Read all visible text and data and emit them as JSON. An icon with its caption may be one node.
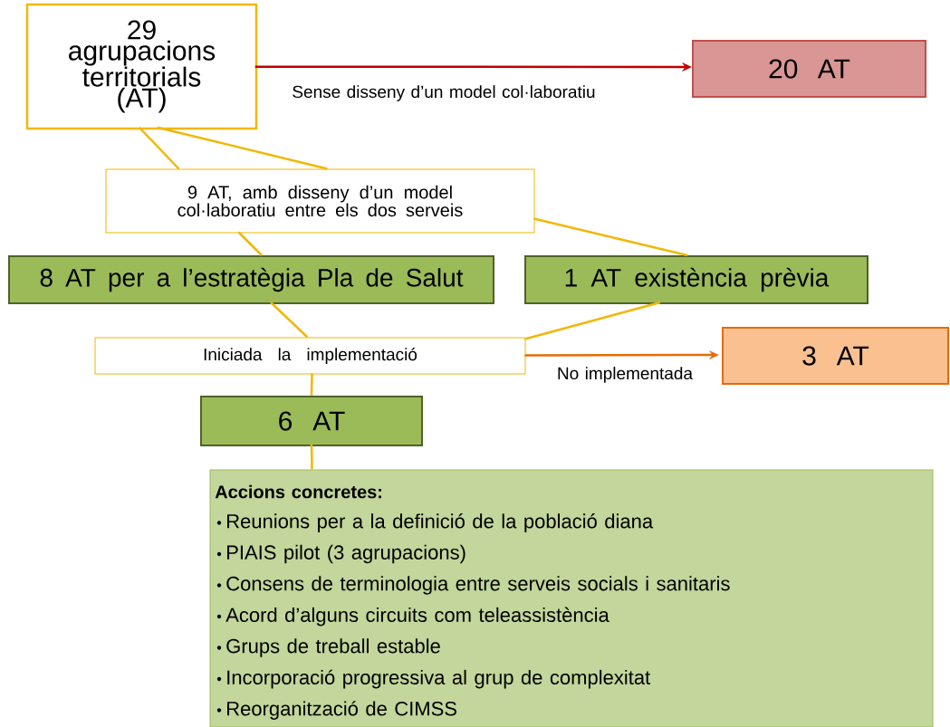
{
  "diagram": {
    "nodes": [
      {
        "text": [
          "29 agrupacions territorials (AT)"
        ]
      },
      {
        "text": [
          "20 AT"
        ]
      },
      {
        "text": [
          "9 AT, amb disseny d’un model col·laboratiu entre els dos serveis"
        ]
      },
      {
        "text": [
          "8 AT per a l’estratègia Pla de Salut"
        ]
      },
      {
        "text": [
          "1 AT existència prèvia"
        ]
      },
      {
        "text": [
          "Iniciada la implementació"
        ]
      },
      {
        "text": [
          "3 AT"
        ]
      },
      {
        "text": [
          "6 AT"
        ]
      },
      {
        "text": [
          "Accions concretes:",
          "Reunions per a la definició de la població diana",
          "PIAIS pilot (3 agrupacions)",
          "Consens de terminologia entre serveis socials i sanitaris",
          "Acord d’alguns circuits com teleassistència",
          "Grups de treball estable",
          "Incorporació progressiva al grup de complexitat",
          "Reorganització de CIMSS"
        ]
      }
    ],
    "edges": [
      {
        "from": 0,
        "to": 1,
        "arrow": "to",
        "label": "Sense disseny d’un model col·laboratiu",
        "color": "#c00000"
      },
      {
        "from": 0,
        "to": 2,
        "arrow": "none"
      },
      {
        "from": 0,
        "to": 2,
        "arrow": "none"
      },
      {
        "from": 2,
        "to": 3,
        "arrow": "none"
      },
      {
        "from": 2,
        "to": 4,
        "arrow": "none"
      },
      {
        "from": 3,
        "to": 5,
        "arrow": "none"
      },
      {
        "from": 4,
        "to": 5,
        "arrow": "none"
      },
      {
        "from": 5,
        "to": 6,
        "arrow": "to",
        "label": "No implementada",
        "color": "#e46c0a"
      },
      {
        "from": 5,
        "to": 7,
        "arrow": "none"
      },
      {
        "from": 7,
        "to": 8,
        "arrow": "none"
      }
    ]
  }
}
